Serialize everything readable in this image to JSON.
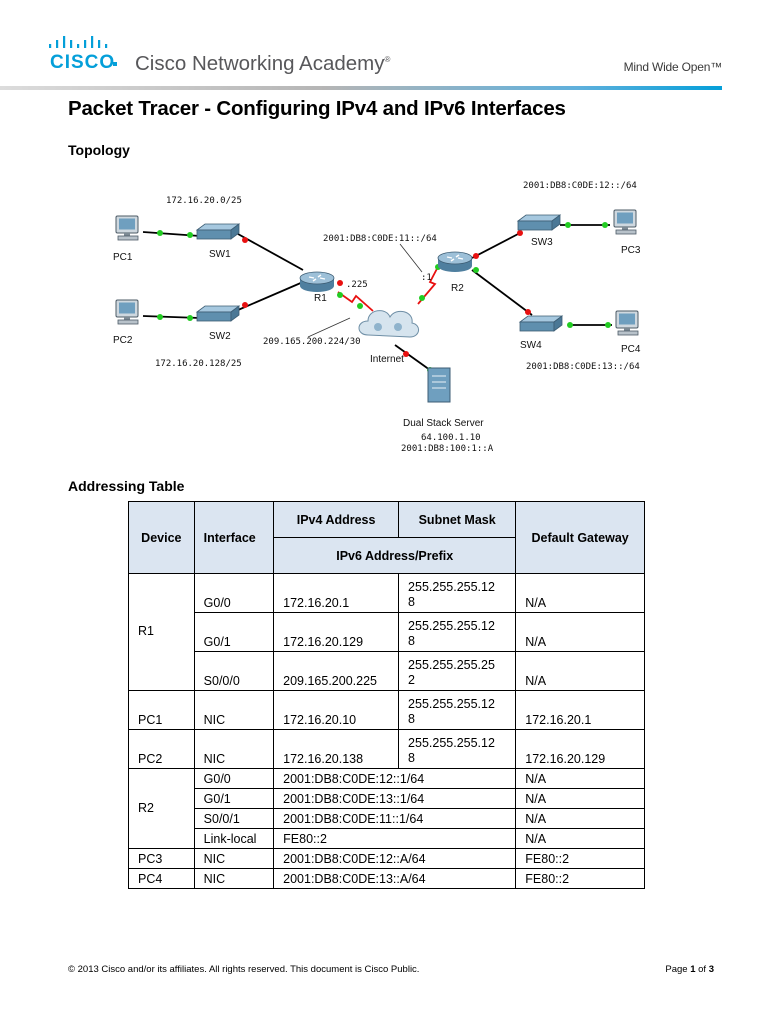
{
  "header": {
    "logo_text": "CISCO",
    "academy": "Cisco Networking Academy",
    "tagline": "Mind Wide Open™"
  },
  "document": {
    "title": "Packet Tracer - Configuring IPv4 and IPv6 Interfaces",
    "topology_heading": "Topology",
    "addressing_heading": "Addressing Table"
  },
  "topology": {
    "devices": {
      "pc1": "PC1",
      "pc2": "PC2",
      "sw1": "SW1",
      "sw2": "SW2",
      "r1": "R1",
      "r2": "R2",
      "sw3": "SW3",
      "sw4": "SW4",
      "pc3": "PC3",
      "pc4": "PC4",
      "internet": "Internet",
      "server": "Dual Stack Server"
    },
    "labels": {
      "net_sw1": "172.16.20.0/25",
      "net_sw2": "172.16.20.128/25",
      "r1_serial_host": ".225",
      "r1_serial_net": "209.165.200.224/30",
      "r2_serial_net": "2001:DB8:C0DE:11::/64",
      "r2_serial_host": ":1",
      "net_sw3": "2001:DB8:C0DE:12::/64",
      "net_sw4": "2001:DB8:C0DE:13::/64",
      "server_ipv4": "64.100.1.10",
      "server_ipv6": "2001:DB8:100:1::A"
    },
    "colors": {
      "link": "#000000",
      "serial": "#e81010",
      "port_up": "#22cc22",
      "port_down": "#e81010",
      "device": "#6f9fbf"
    }
  },
  "table": {
    "headers": {
      "device": "Device",
      "interface": "Interface",
      "ipv4": "IPv4 Address",
      "mask": "Subnet Mask",
      "ipv6": "IPv6 Address/Prefix",
      "gateway": "Default Gateway"
    },
    "r1": {
      "device": "R1",
      "rows": [
        {
          "interface": "G0/0",
          "address": "172.16.20.1",
          "mask_a": "255.255.255.12",
          "mask_b": "8",
          "gateway": "N/A"
        },
        {
          "interface": "G0/1",
          "address": "172.16.20.129",
          "mask_a": "255.255.255.12",
          "mask_b": "8",
          "gateway": "N/A"
        },
        {
          "interface": "S0/0/0",
          "address": "209.165.200.225",
          "mask_a": "255.255.255.25",
          "mask_b": "2",
          "gateway": "N/A"
        }
      ]
    },
    "pc1": {
      "device": "PC1",
      "interface": "NIC",
      "address": "172.16.20.10",
      "mask_a": "255.255.255.12",
      "mask_b": "8",
      "gateway": "172.16.20.1"
    },
    "pc2": {
      "device": "PC2",
      "interface": "NIC",
      "address": "172.16.20.138",
      "mask_a": "255.255.255.12",
      "mask_b": "8",
      "gateway": "172.16.20.129"
    },
    "r2": {
      "device": "R2",
      "rows": [
        {
          "interface": "G0/0",
          "address": "2001:DB8:C0DE:12::1/64",
          "gateway": "N/A"
        },
        {
          "interface": "G0/1",
          "address": "2001:DB8:C0DE:13::1/64",
          "gateway": "N/A"
        },
        {
          "interface": "S0/0/1",
          "address": "2001:DB8:C0DE:11::1/64",
          "gateway": "N/A"
        },
        {
          "interface": "Link-local",
          "address": "FE80::2",
          "gateway": "N/A"
        }
      ]
    },
    "pc3": {
      "device": "PC3",
      "interface": "NIC",
      "address": "2001:DB8:C0DE:12::A/64",
      "gateway": "FE80::2"
    },
    "pc4": {
      "device": "PC4",
      "interface": "NIC",
      "address": "2001:DB8:C0DE:13::A/64",
      "gateway": "FE80::2"
    }
  },
  "footer": {
    "copyright": "© 2013 Cisco and/or its affiliates. All rights reserved. This document is Cisco Public.",
    "page_prefix": "Page ",
    "page_current": "1",
    "page_mid": " of ",
    "page_total": "3"
  }
}
